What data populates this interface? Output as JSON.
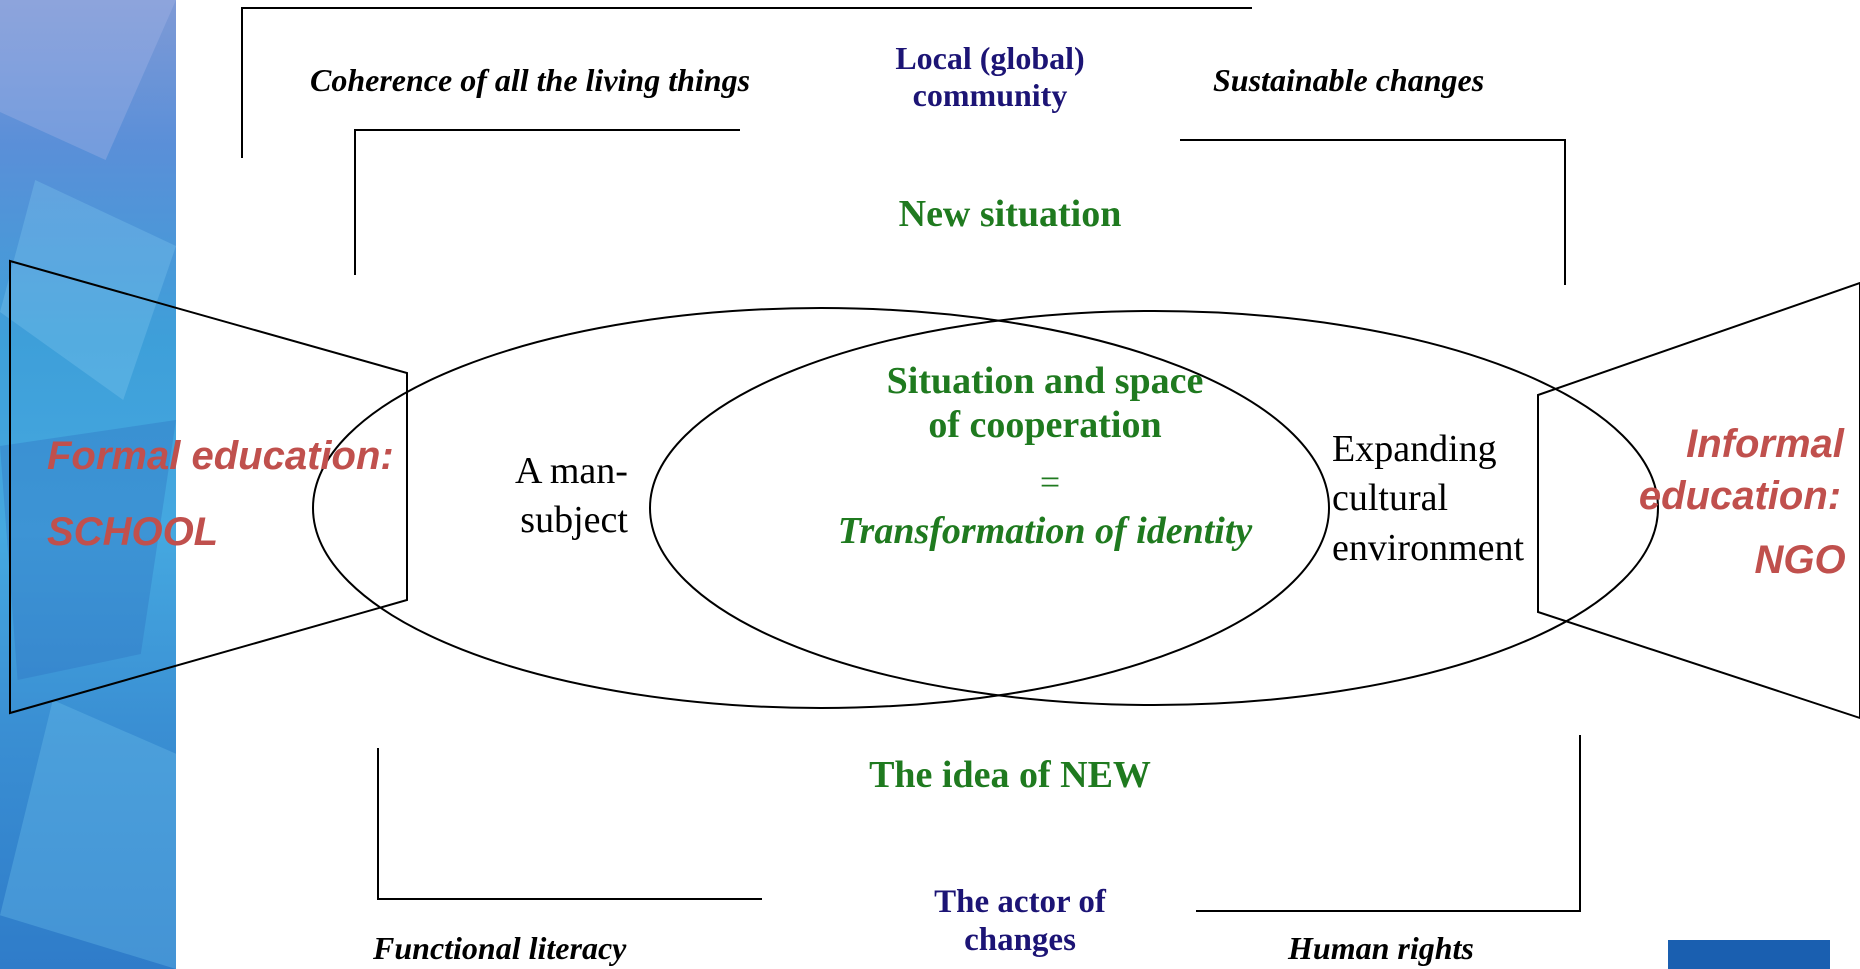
{
  "top": {
    "left_label": "Coherence of all the living things",
    "center_line1": "Local (global)",
    "center_line2": "community",
    "right_label": "Sustainable changes",
    "new_situation": "New situation"
  },
  "center": {
    "cooperation_line1": "Situation and space",
    "cooperation_line2": "of cooperation",
    "equals": "=",
    "transformation": "Transformation of identity",
    "man_line1": "A man-",
    "man_line2": "subject",
    "env_line1": "Expanding",
    "env_line2": "cultural",
    "env_line3": "environment"
  },
  "left": {
    "formal_line1": "Formal education:",
    "formal_line2": "SCHOOL"
  },
  "right": {
    "informal_line1": "Informal",
    "informal_line2": "education:",
    "informal_line3": "NGO"
  },
  "bottom": {
    "idea": "The idea of NEW",
    "actor_line1": "The actor of",
    "actor_line2": "changes",
    "left_label": "Functional literacy",
    "right_label": "Human rights"
  },
  "colors": {
    "navy": "#1c1475",
    "green": "#1f7a1f",
    "red": "#c0504d"
  }
}
